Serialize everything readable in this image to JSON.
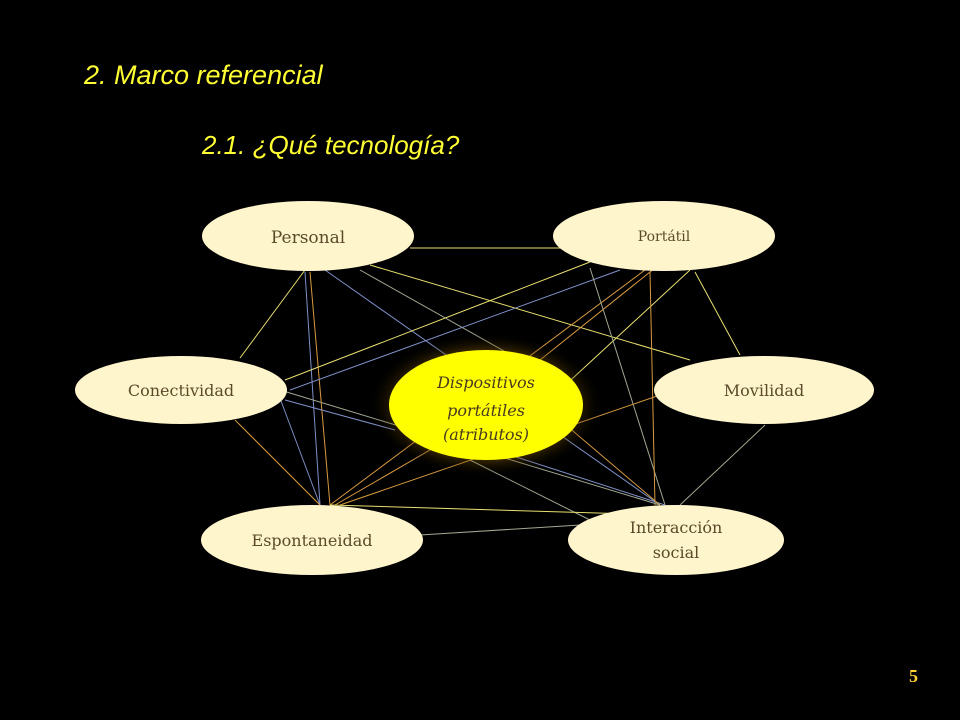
{
  "title": "2. Marco referencial",
  "subtitle": "2.1. ¿Qué tecnología?",
  "center": {
    "lines": [
      "Dispositivos",
      "portátiles",
      "(atributos)"
    ]
  },
  "nodes": {
    "personal": "Personal",
    "portatil": "Portátil",
    "conectividad": "Conectividad",
    "movilidad": "Movilidad",
    "espontaneidad": "Espontaneidad",
    "interaccion": [
      "Interacción",
      "social"
    ]
  },
  "page_number": "5",
  "colors": {
    "title": "#ffff33",
    "node_fill": "#fff5cc",
    "center_fill": "#ffff00",
    "line_yellow": "#e8e070",
    "line_orange": "#d89a40",
    "line_blue": "#8090c8",
    "line_gray": "#a0a890"
  }
}
